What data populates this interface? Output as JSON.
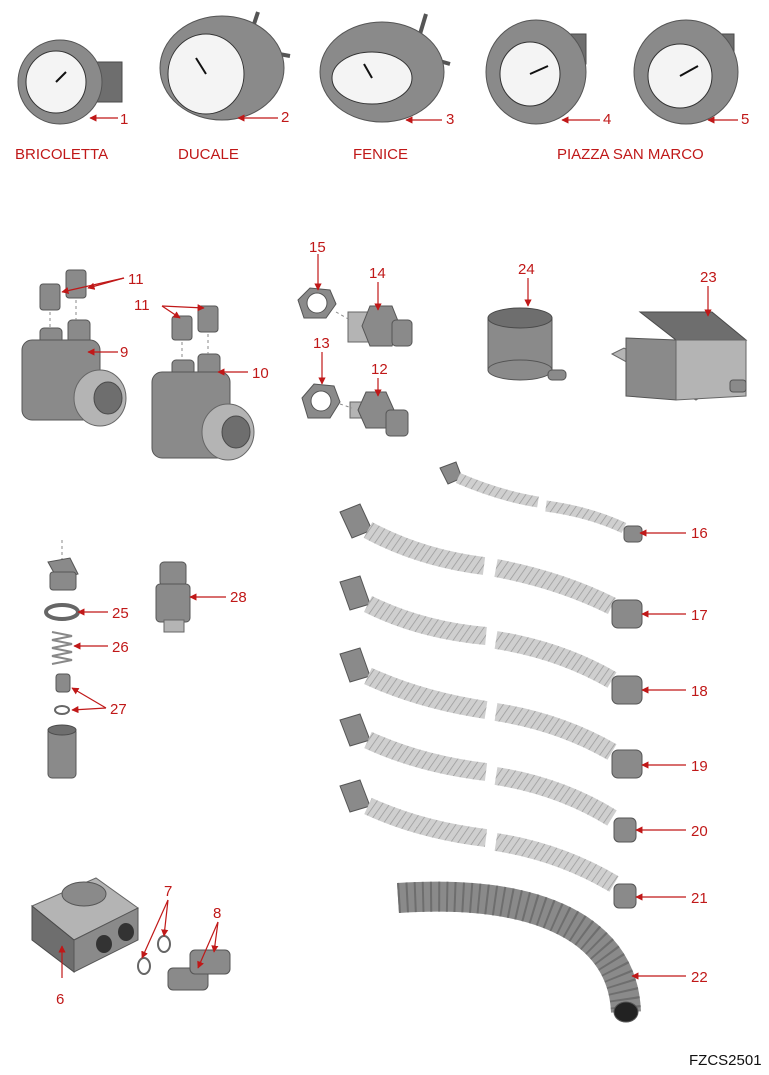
{
  "models": [
    "BRICOLETTA",
    "DUCALE",
    "FENICE",
    "PIAZZA SAN MARCO"
  ],
  "callouts": [
    "1",
    "2",
    "3",
    "4",
    "5",
    "6",
    "7",
    "8",
    "9",
    "10",
    "11",
    "11",
    "12",
    "13",
    "14",
    "15",
    "16",
    "17",
    "18",
    "19",
    "20",
    "21",
    "22",
    "23",
    "24",
    "25",
    "26",
    "27",
    "28"
  ],
  "drawing_code": "FZCS2501",
  "colors": {
    "callout": "#c01818",
    "part": "#8a8a8a",
    "dial": "#f4f4f4"
  }
}
